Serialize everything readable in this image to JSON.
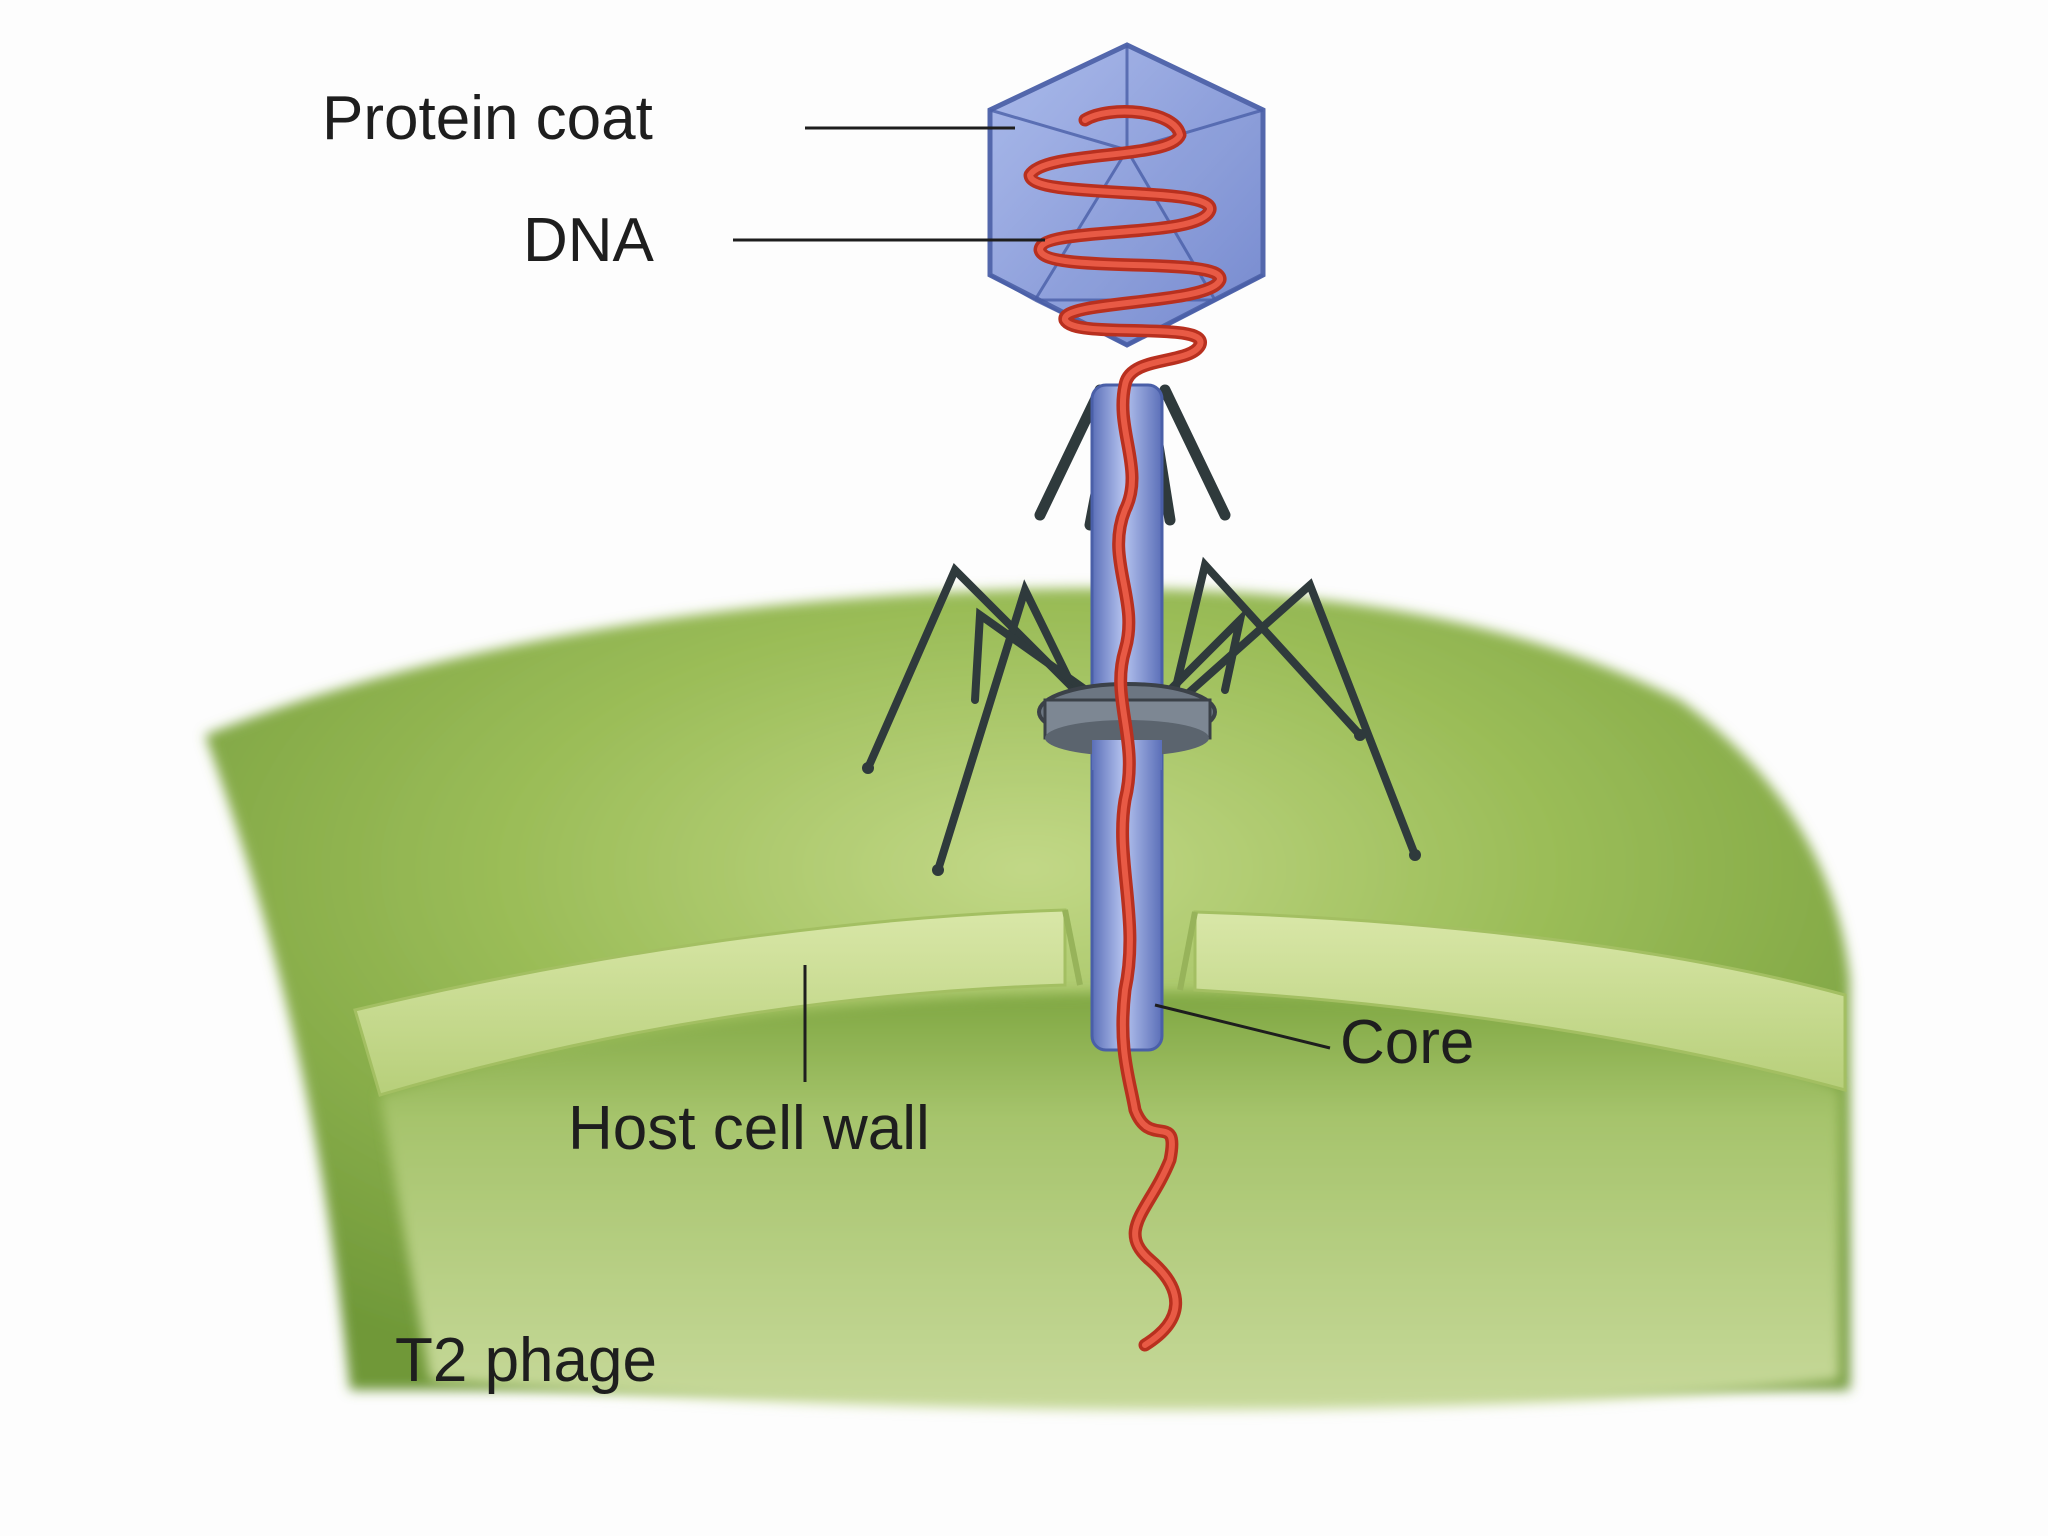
{
  "labels": {
    "protein_coat": "Protein coat",
    "dna": "DNA",
    "core": "Core",
    "host_cell_wall": "Host cell wall"
  },
  "caption": "T2 phage",
  "colors": {
    "cell": "#8fb34a",
    "cell_wall": "#cfdf9a",
    "capsid": "#8ea2dc",
    "capsid_edge": "#4a5fa8",
    "dna": "#d8412e",
    "tail_fiber": "#2f3a3c",
    "leader_line": "#1e1e1e"
  }
}
